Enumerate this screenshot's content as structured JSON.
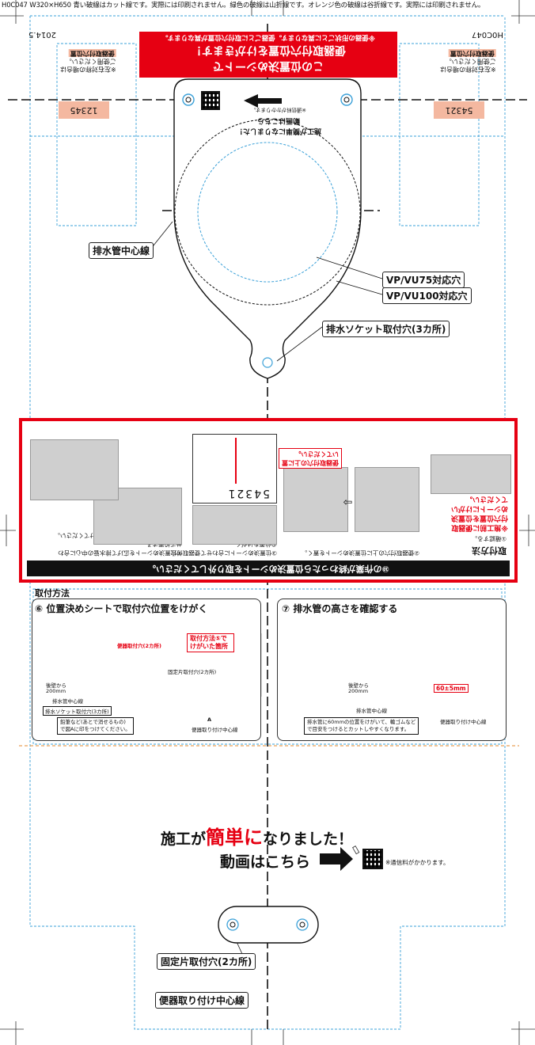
{
  "header": {
    "spec": "H0C047 W320×H650 青い破線はカット線です。実際には印刷されません。緑色の破線は山折線です。オレンジ色の破線は谷折線です。実際には印刷されません。"
  },
  "top_codes": {
    "left": "2014.5",
    "right": "H0C047"
  },
  "red_banner": {
    "line1": "この位置決めシートで",
    "line2": "便器取付穴位置をけがきます！",
    "line3": "※便器の形状ごとに異なります。便器ごとに取付穴位置が異なります。"
  },
  "side_left": {
    "label": "便器取付穴位置",
    "note1": "※左右対称の場合は",
    "note2": "ご使用ください。",
    "scale": "12345"
  },
  "side_right": {
    "label": "便器取付穴位置",
    "note1": "※左右対称の場合は",
    "note2": "ご使用ください。",
    "scale": "54321"
  },
  "template_top": {
    "line1": "施工が簡単になりました！",
    "line2": "動画はこちら",
    "note": "※通信料がかかります。"
  },
  "labels": {
    "drain_center": "排水管中心線",
    "vp75": "VP/VU75対応穴",
    "vp100": "VP/VU100対応穴",
    "socket": "排水ソケット取付穴(3カ所)"
  },
  "mid": {
    "header": "⑩の作業が終わったら位置決めシートを取り外してください。",
    "title": "取付方法",
    "step1": "①確認する。",
    "warning": "※施工前に便器取付穴位置を位置決めシートにけがいてください。",
    "step2": "②便器取付穴の上に位置決めシートを置く。",
    "step3": "③位置決めシートに合わせて便器取付穴の位置をけがく。",
    "step4": "④位置決めシートを広げて排水管の中心に合わせて設置する。",
    "step5": "⑤印を付けてください。",
    "callout": "便器取付穴の上に置いてください。",
    "scale": "54321"
  },
  "section_title": "取付方法",
  "card6": {
    "title": "⑥ 位置決めシートで取付穴位置をけがく",
    "callout": "取付方法⑤でけがいた箇所",
    "toilet_hole": "便器取付穴(2カ所)",
    "fixed_hole": "固定片取付穴(2カ所)",
    "from_back1": "後壁から",
    "from_back2": "200mm",
    "drain_center": "排水管中心線",
    "socket": "排水ソケット取付穴(3カ所)",
    "a_label": "A",
    "toilet_center": "便器取り付け中心線",
    "note1": "鉛筆など(あとで消せるもの)",
    "note2": "で図Aに印をつけてください。"
  },
  "card7": {
    "title": "⑦ 排水管の高さを確認する",
    "from_back1": "後壁から",
    "from_back2": "200mm",
    "height": "60±5mm",
    "drain_center": "排水管中心線",
    "toilet_center": "便器取り付け中心線",
    "note1": "排水管に60mmの位置をけがいて、輪ゴムなど",
    "note2": "で目安をつけるとカットしやすくなります。"
  },
  "bottom": {
    "line1_a": "施工が",
    "line1_b": "簡単に",
    "line1_c": "なりました！",
    "line2": "動画はこちら",
    "note": "※通信料がかかります。",
    "fixed_hole": "固定片取付穴(2カ所)",
    "toilet_center": "便器取り付け中心線"
  }
}
